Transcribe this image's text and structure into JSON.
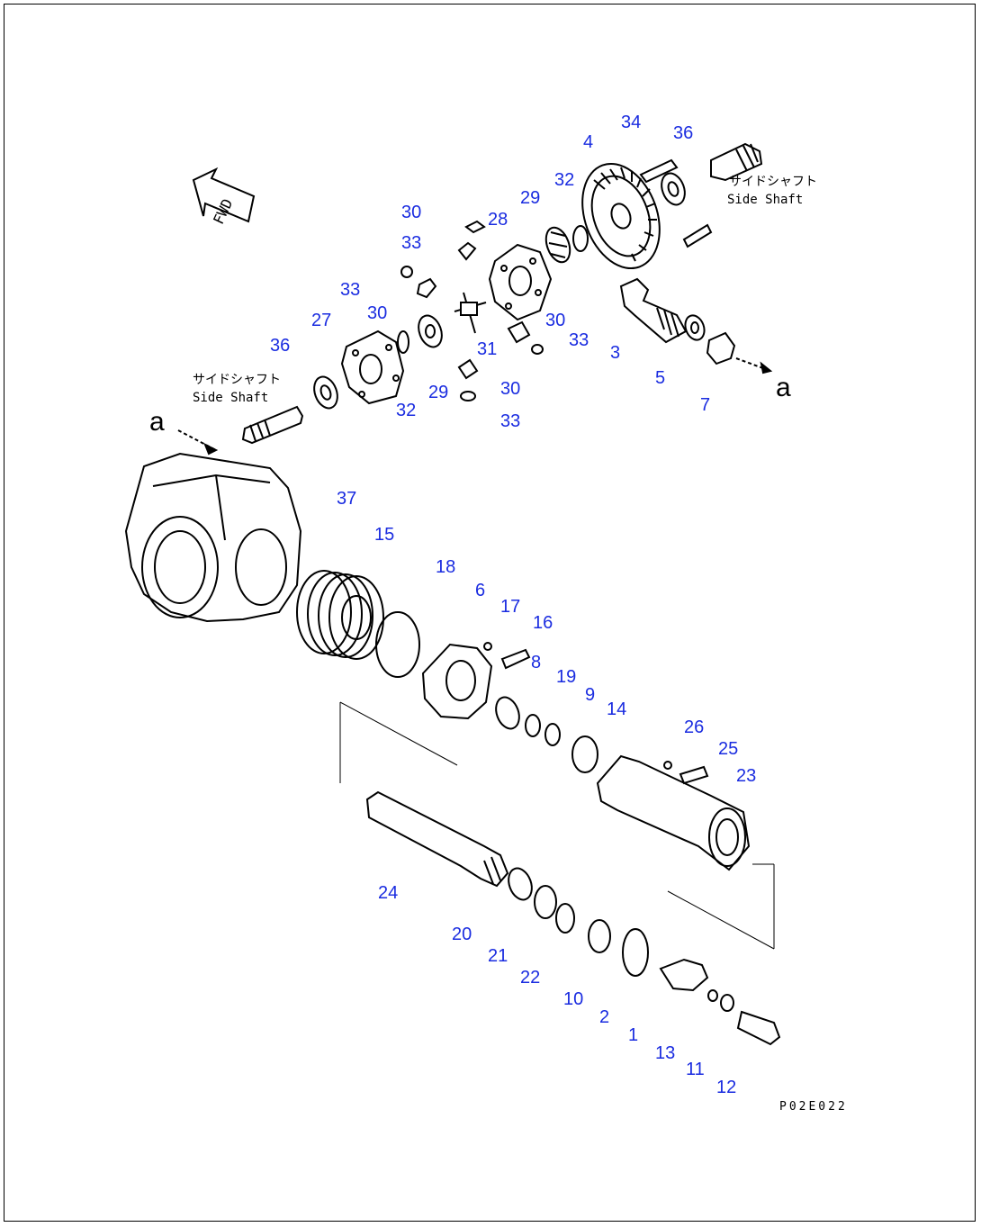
{
  "diagram": {
    "fwd_label": "FWD",
    "side_shaft_jp": "サイドシャフト",
    "side_shaft_en": "Side Shaft",
    "ref_mark": "a",
    "drawing_code": "P02E022",
    "callout_color": "#1a2ce0",
    "callouts": [
      "34",
      "36",
      "4",
      "32",
      "29",
      "28",
      "30",
      "33",
      "33",
      "30",
      "27",
      "36",
      "32",
      "29",
      "31",
      "30",
      "33",
      "30",
      "33",
      "3",
      "5",
      "7",
      "37",
      "15",
      "18",
      "6",
      "17",
      "16",
      "8",
      "19",
      "9",
      "14",
      "26",
      "25",
      "23",
      "24",
      "20",
      "21",
      "22",
      "10",
      "2",
      "1",
      "13",
      "11",
      "12"
    ]
  }
}
